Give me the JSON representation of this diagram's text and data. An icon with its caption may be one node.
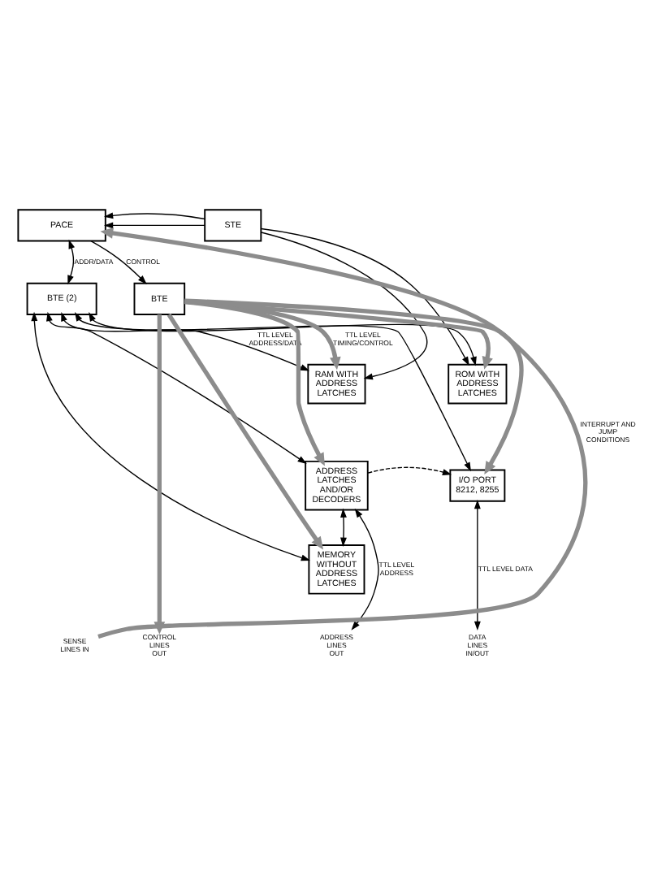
{
  "diagram": {
    "nodes": [
      {
        "text": [
          "PACE"
        ]
      },
      {
        "text": [
          "STE"
        ]
      },
      {
        "text": [
          "BTE (2)"
        ]
      },
      {
        "text": [
          "BTE"
        ]
      },
      {
        "text": [
          "RAM WITH ADDRESS LATCHES"
        ]
      },
      {
        "text": [
          "ROM WITH ADDRESS LATCHES"
        ]
      },
      {
        "text": [
          "ADDRESS LATCHES AND/OR DECODERS"
        ]
      },
      {
        "text": [
          "I/O PORT 8212, 8255"
        ]
      },
      {
        "text": [
          "MEMORY WITHOUT ADDRESS LATCHES"
        ]
      },
      {
        "text": [
          "SENSE LINES IN"
        ]
      },
      {
        "text": [
          "CONTROL LINES OUT"
        ]
      },
      {
        "text": [
          "ADDRESS LINES OUT"
        ]
      },
      {
        "text": [
          "DATA LINES IN/OUT"
        ]
      }
    ],
    "edges": [
      {
        "from": 9,
        "to": 0,
        "arrow": "to",
        "label": "INTERRUPT AND JUMP CONDITIONS",
        "style": "thick",
        "color": "#8c8c8c"
      },
      {
        "from": 1,
        "to": 0,
        "arrow": "to"
      },
      {
        "from": 1,
        "to": 0,
        "arrow": "to"
      },
      {
        "from": 0,
        "to": 2,
        "arrow": "both",
        "label": "ADDR/DATA"
      },
      {
        "from": 0,
        "to": 3,
        "arrow": "to",
        "label": "CONTROL"
      },
      {
        "from": 1,
        "to": 4,
        "arrow": "to"
      },
      {
        "from": 1,
        "to": 5,
        "arrow": "to"
      },
      {
        "from": 3,
        "to": 4,
        "arrow": "to",
        "label": "TTL LEVEL TIMING/CONTROL",
        "style": "thick",
        "color": "#8c8c8c"
      },
      {
        "from": 3,
        "to": 5,
        "arrow": "to",
        "style": "thick",
        "color": "#8c8c8c"
      },
      {
        "from": 3,
        "to": 7,
        "arrow": "to",
        "style": "thick",
        "color": "#8c8c8c"
      },
      {
        "from": 3,
        "to": 6,
        "arrow": "to",
        "style": "thick",
        "color": "#8c8c8c"
      },
      {
        "from": 3,
        "to": 8,
        "arrow": "to",
        "style": "thick",
        "color": "#8c8c8c"
      },
      {
        "from": 3,
        "to": 10,
        "arrow": "to",
        "style": "thick",
        "color": "#8c8c8c"
      },
      {
        "from": 2,
        "to": 4,
        "arrow": "both",
        "label": "TTL LEVEL ADDRESS/DATA"
      },
      {
        "from": 2,
        "to": 5,
        "arrow": "both"
      },
      {
        "from": 2,
        "to": 6,
        "arrow": "both"
      },
      {
        "from": 2,
        "to": 7,
        "arrow": "both"
      },
      {
        "from": 2,
        "to": 8,
        "arrow": "both"
      },
      {
        "from": 6,
        "to": 8,
        "arrow": "both"
      },
      {
        "from": 6,
        "to": 11,
        "arrow": "both",
        "label": "TTL LEVEL ADDRESS"
      },
      {
        "from": 6,
        "to": 7,
        "arrow": "to",
        "style": "dashed"
      },
      {
        "from": 7,
        "to": 12,
        "arrow": "both",
        "label": "TTL LEVEL DATA"
      }
    ]
  }
}
